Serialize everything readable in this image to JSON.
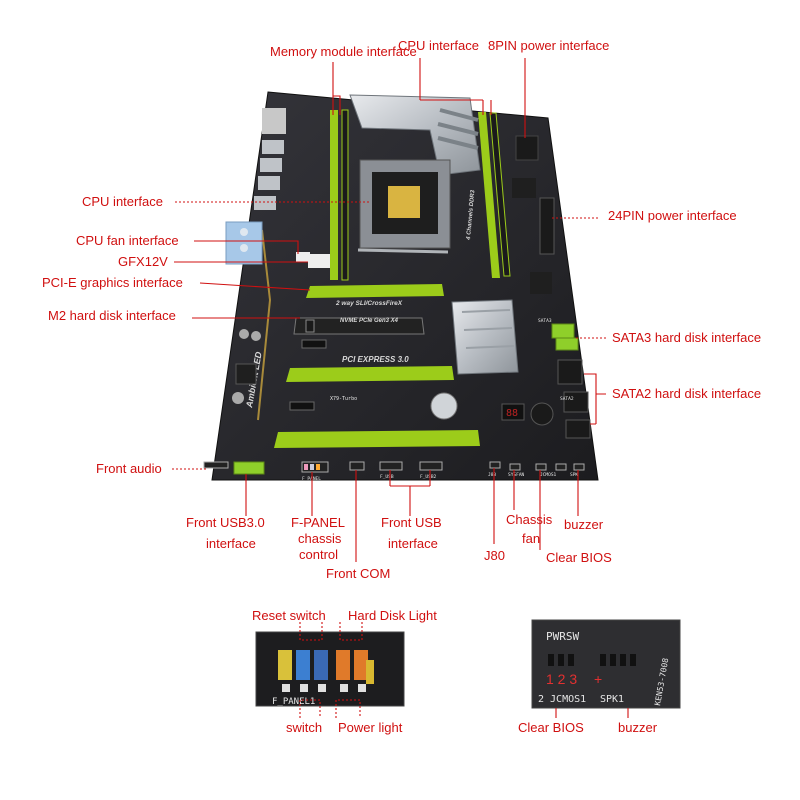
{
  "callouts": {
    "memory_module": "Memory module interface",
    "cpu_interface_top": "CPU interface",
    "pin8_power": "8PIN power interface",
    "cpu_interface": "CPU interface",
    "pin24_power": "24PIN power interface",
    "cpu_fan": "CPU fan interface",
    "gfx12v": "GFX12V",
    "pcie_graphics": "PCI-E graphics interface",
    "m2_disk": "M2 hard disk interface",
    "sata3": "SATA3 hard disk interface",
    "sata2": "SATA2 hard disk interface",
    "front_audio": "Front audio",
    "front_usb30_l1": "Front USB3.0",
    "front_usb30_l2": "interface",
    "fpanel_l1": "F-PANEL",
    "fpanel_l2": "chassis",
    "fpanel_l3": "control",
    "front_usb_l1": "Front USB",
    "front_usb_l2": "interface",
    "front_com": "Front COM",
    "j80": "J80",
    "chassis_fan_l1": "Chassis",
    "chassis_fan_l2": "fan",
    "buzzer": "buzzer",
    "clear_bios": "Clear BIOS"
  },
  "board_print": {
    "sli": "2 way SLI/CrossFireX",
    "nvme": "NVME PCIe Gen3 X4",
    "pcie": "PCI EXPRESS 3.0",
    "ambient": "Ambient LED",
    "channel": "4 Channels DDR3",
    "model": "X79-Turbo",
    "fpanel": "F_PANEL",
    "usb": "F_USB",
    "usb2": "F_USB2",
    "j80": "J80",
    "sysfan": "SYSFAN",
    "jcmos": "JCMOS1",
    "spk": "SPK",
    "sata3": "SATA3",
    "sata2": "SATA2"
  },
  "inset_left": {
    "reset_switch": "Reset switch",
    "hdd_light": "Hard Disk Light",
    "switch": "switch",
    "power_light": "Power light",
    "silk": "F_PANEL1"
  },
  "inset_right": {
    "pwrsw": "PWRSW",
    "pins": "1 2 3",
    "plus": "+",
    "jcmos": "2 JCMOS1",
    "spk": "SPK1",
    "code": "KEN53-7008",
    "clear_bios": "Clear BIOS",
    "buzzer": "buzzer"
  },
  "colors": {
    "label": "#d01010",
    "pcb": "#2a2a2c",
    "slot_green": "#9ccc1a",
    "heatsink": "#c9cdd2"
  }
}
